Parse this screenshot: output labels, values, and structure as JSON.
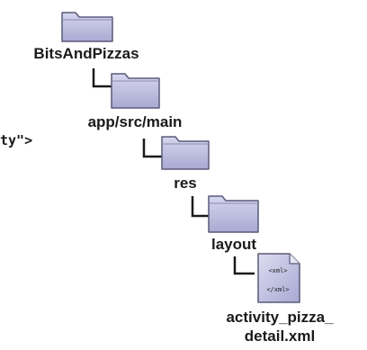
{
  "code_fragment": "ty\">",
  "tree": {
    "root": {
      "name": "BitsAndPizzas"
    },
    "level1": {
      "name": "app/src/main"
    },
    "level2": {
      "name": "res"
    },
    "level3": {
      "name": "layout"
    },
    "file": {
      "name_line1": "activity_pizza_",
      "name_line2": "detail.xml",
      "icon_text_open": "<xml>",
      "icon_text_close": "</xml>"
    }
  },
  "colors": {
    "folder_fill": "#b9b9dc",
    "folder_fill_light": "#d2d2ea",
    "folder_stroke": "#5a5a7a",
    "connector": "#1a1a1a",
    "file_fill": "#c4c4e2"
  }
}
